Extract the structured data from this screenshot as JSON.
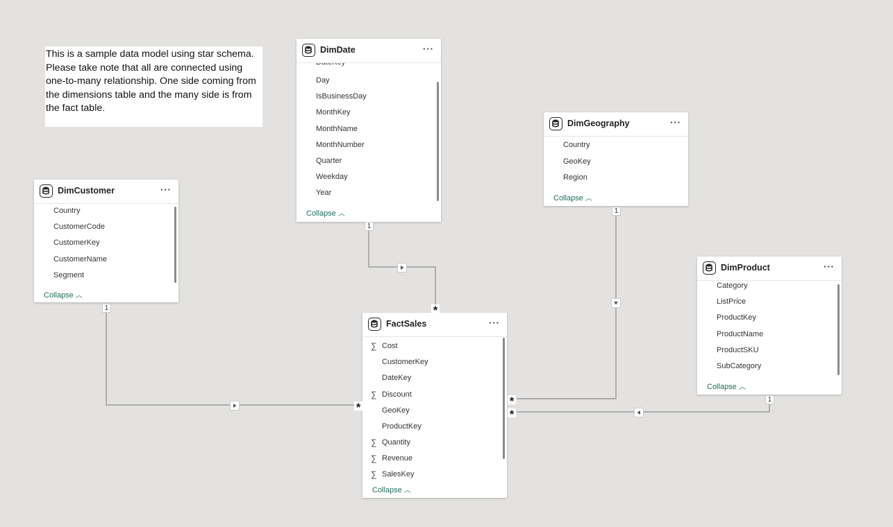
{
  "note": {
    "text": "This is a sample data model using star schema. Please take note that all are connected using one-to-many relationship. One side coming from the dimensions table and the many side is from the fact table."
  },
  "tables": {
    "dimdate": {
      "title": "DimDate",
      "fields": [
        "DateKey",
        "Day",
        "IsBusinessDay",
        "MonthKey",
        "MonthName",
        "MonthNumber",
        "Quarter",
        "Weekday",
        "Year"
      ],
      "collapse": "Collapse"
    },
    "dimgeography": {
      "title": "DimGeography",
      "fields": [
        "Country",
        "GeoKey",
        "Region"
      ],
      "collapse": "Collapse"
    },
    "dimcustomer": {
      "title": "DimCustomer",
      "fields": [
        "Country",
        "CustomerCode",
        "CustomerKey",
        "CustomerName",
        "Segment"
      ],
      "collapse": "Collapse"
    },
    "dimproduct": {
      "title": "DimProduct",
      "fields": [
        "Category",
        "ListPrice",
        "ProductKey",
        "ProductName",
        "ProductSKU",
        "SubCategory"
      ],
      "collapse": "Collapse"
    },
    "factsales": {
      "title": "FactSales",
      "fields": [
        "Cost",
        "CustomerKey",
        "DateKey",
        "Discount",
        "GeoKey",
        "ProductKey",
        "Quantity",
        "Revenue",
        "SalesKey"
      ],
      "measures": [
        true,
        false,
        false,
        true,
        false,
        false,
        true,
        true,
        true
      ],
      "collapse": "Collapse"
    }
  },
  "menu_glyph": "···",
  "relationships": {
    "one_label": "1",
    "many_label": "*"
  },
  "colors": {
    "canvas": "#e3e2e0",
    "line": "#8c8c8c",
    "collapse_link": "#1f6e5c"
  }
}
